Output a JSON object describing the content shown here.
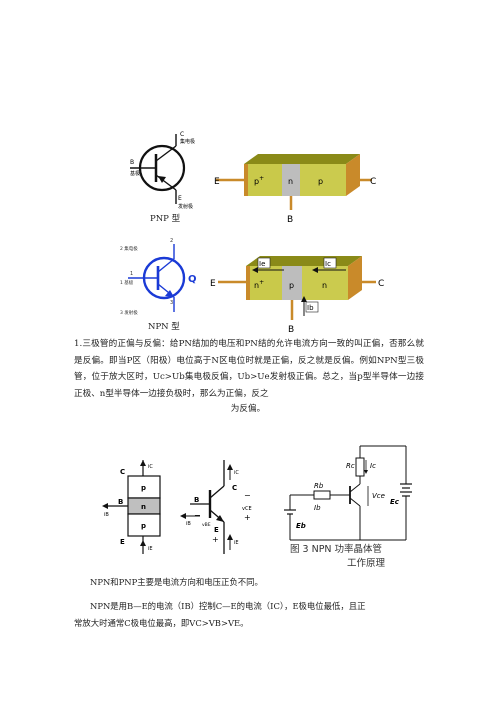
{
  "pnp": {
    "caption": "PNP 型",
    "sym_c_letter": "C",
    "sym_c_label": "集电极",
    "sym_b_letter": "B",
    "sym_b_label": "基极",
    "sym_e_letter": "E",
    "sym_e_label": "发射极",
    "bar_e": "E",
    "bar_c": "C",
    "bar_b": "B",
    "region1": "p",
    "region1_sup": "+",
    "region2": "n",
    "region3": "p"
  },
  "npn": {
    "caption": "NPN 型",
    "sym_num2": "2",
    "sym_c_label": "2 集电极",
    "sym_num1": "1",
    "sym_b_label": "1 基极",
    "sym_num3": "3",
    "sym_e_label": "3 发射极",
    "sym_q": "Q",
    "bar_e": "E",
    "bar_c": "C",
    "bar_b": "B",
    "region1": "n",
    "region1_sup": "+",
    "region2": "p",
    "region3": "n",
    "label_ie": "Ie",
    "label_ic": "Ic",
    "label_ib": "Ib"
  },
  "text": {
    "para1": "1.三极管的正偏与反偏：给PN结加的电压和PN结的允许电流方向一致的叫正偏，否那么就是反偏。即当P区（阳极）电位高于N区电位时就是正偏，反之就是反偏。例如NPN型三极管，位于放大区时，Uc>Ub集电极反偏，Ub>Ue发射极正偏。总之，当p型半导体一边接正极、n型半导体一边接负极时，那么为正偏，反之",
    "para1_end": "为反偏。",
    "para2": "NPN和PNP主要是电流方向和电压正负不同。",
    "para3a": "NPN是用B—E的电流（IB）控制C—E的电流（IC），E极电位最低，且正",
    "para3b": "常放大时通常C极电位最高，即VC>VB>VE。"
  },
  "fig": {
    "layer_c": "C",
    "layer_b": "B",
    "layer_e": "E",
    "layer_p1": "p",
    "layer_n": "n",
    "layer_p2": "p",
    "ic": "iC",
    "ib": "iB",
    "ie": "iE",
    "sym_c": "C",
    "sym_b": "B",
    "sym_e": "E",
    "sym_ib": "iB",
    "sym_ic": "iC",
    "sym_ie": "iE",
    "vce": "vCE",
    "vbe": "vBE",
    "minus": "−",
    "plus": "+",
    "rc": "Rc",
    "ic_label": "Ic",
    "rb": "Rb",
    "ib_label": "Ib",
    "vce_label": "Vce",
    "eb": "Eb",
    "ec": "Ec",
    "caption_line1": "图 3  NPN 功率晶体管",
    "caption_line2": "工作原理"
  }
}
